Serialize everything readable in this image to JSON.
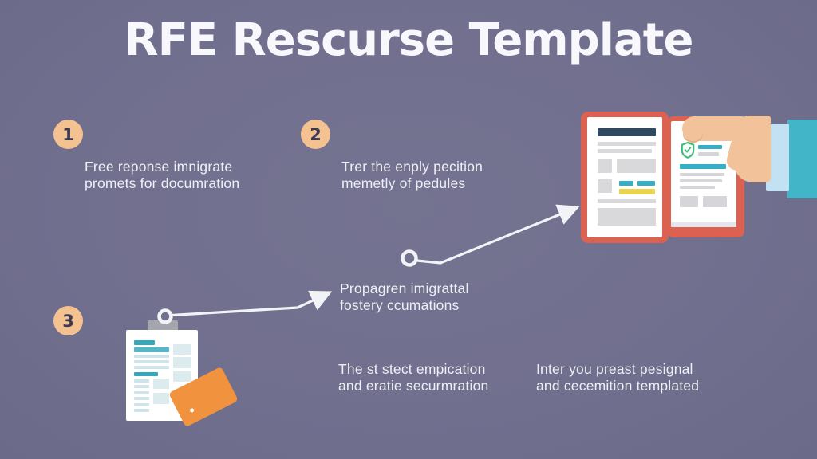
{
  "title": "RFE Rescurse Template",
  "steps": [
    {
      "number": "1",
      "lines": [
        "Free reponse imnigrate",
        "promets for documration"
      ]
    },
    {
      "number": "2",
      "lines": [
        "Trer the enply pecition",
        "memetly of pedules"
      ]
    },
    {
      "number": "3"
    }
  ],
  "notes": [
    {
      "lines": [
        "Propagren imigrattal",
        "fostery ccumations"
      ]
    },
    {
      "lines": [
        "The st stect empication",
        "and eratie securmration"
      ]
    },
    {
      "lines": [
        "Inter you preast pesignal",
        "and cecemition templated"
      ]
    }
  ],
  "illustrations": {
    "clipboard": "clipboard-document-with-orange-tag",
    "folder": "hand-holding-open-red-folder-with-two-documents",
    "shield_icon": "shield-check-icon",
    "connectors": "two-white-arrows-with-ring-starts"
  },
  "colors": {
    "background": "#71708F",
    "title_text": "#F8F8FC",
    "body_text": "#EDEFF5",
    "badge": "#F4C290",
    "badge_number": "#3B3B57",
    "connector": "#F2F3F7",
    "folder_red": "#DD6150",
    "navy_header": "#2E4A63",
    "teal": "#35AEC6",
    "yellow": "#E8D44E",
    "green_shield": "#3DBD7D",
    "orange_tag": "#F0923E",
    "paper": "#FFFFFF",
    "skin": "#F2C29B",
    "cuff": "#C2E1F2",
    "sleeve": "#43B5C8"
  }
}
